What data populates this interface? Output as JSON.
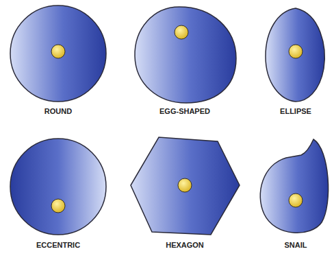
{
  "diagram": {
    "labels": [
      "ROUND",
      "EGG-SHAPED",
      "ELLIPSE",
      "ECCENTRIC",
      "HEXAGON",
      "SNAIL"
    ]
  }
}
